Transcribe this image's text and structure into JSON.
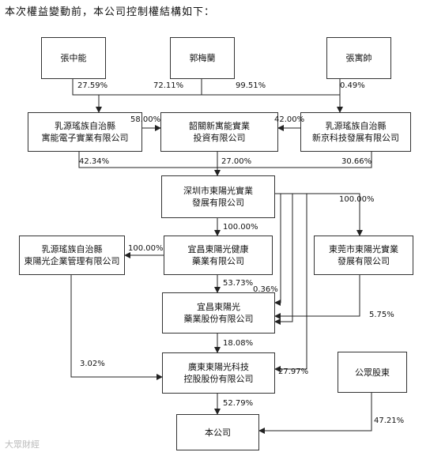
{
  "title": "本次權益變動前，本公司控制權結構如下：",
  "entities": {
    "zhang_zhongneng": "張中能",
    "guo_meilan": "郭梅蘭",
    "zhang_yushuai": "張寓帥",
    "yuanneng_line1": "乳源瑤族自治縣",
    "yuanneng_line2": "寓能電子實業有限公司",
    "shaoguan_line1": "韶關新寓能實業",
    "shaoguan_line2": "投資有限公司",
    "xinjing_line1": "乳源瑤族自治縣",
    "xinjing_line2": "新京科技發展有限公司",
    "shenzhen_line1": "深圳市東陽光實業",
    "shenzhen_line2": "發展有限公司",
    "qiye_line1": "乳源瑤族自治縣",
    "qiye_line2": "東陽光企業管理有限公司",
    "jiankang_line1": "宜昌東陽光健康",
    "jiankang_line2": "藥業有限公司",
    "dongguan_line1": "東莞市東陽光實業",
    "dongguan_line2": "發展有限公司",
    "yiyao_line1": "宜昌東陽光",
    "yiyao_line2": "藥業股份有限公司",
    "keji_line1": "廣東東陽光科技",
    "keji_line2": "控股股份有限公司",
    "public": "公眾股東",
    "company": "本公司"
  },
  "percentages": {
    "p1": "27.59%",
    "p2": "72.11%",
    "p3": "99.51%",
    "p4": "0.49%",
    "p5": "58.00%",
    "p6": "42.00%",
    "p7": "42.34%",
    "p8": "27.00%",
    "p9": "30.66%",
    "p10": "100.00%",
    "p11": "100.00%",
    "p12": "100.00%",
    "p13": "53.73%",
    "p14": "0.36%",
    "p15": "5.75%",
    "p16": "18.08%",
    "p17": "3.02%",
    "p18": "27.97%",
    "p19": "52.79%",
    "p20": "47.21%"
  },
  "watermark": "大眾財經"
}
